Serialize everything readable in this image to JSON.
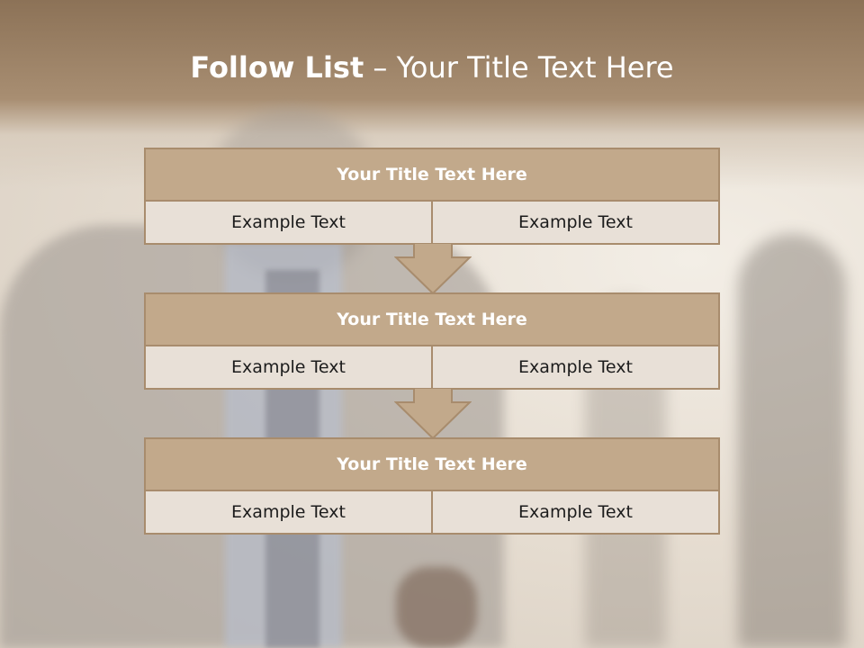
{
  "slide": {
    "title_bold": "Follow List",
    "title_rest": " – Your Title Text Here"
  },
  "steps": [
    {
      "title": "Your Title Text Here",
      "left": "Example Text",
      "right": "Example Text"
    },
    {
      "title": "Your Title Text Here",
      "left": "Example Text",
      "right": "Example Text"
    },
    {
      "title": "Your Title Text Here",
      "left": "Example Text",
      "right": "Example Text"
    }
  ],
  "colors": {
    "header_band": "#8c7257",
    "step_title_fill": "#c2a98b",
    "step_body_fill": "#e8e0d7",
    "border": "#a88c6d",
    "title_text": "#ffffff"
  }
}
